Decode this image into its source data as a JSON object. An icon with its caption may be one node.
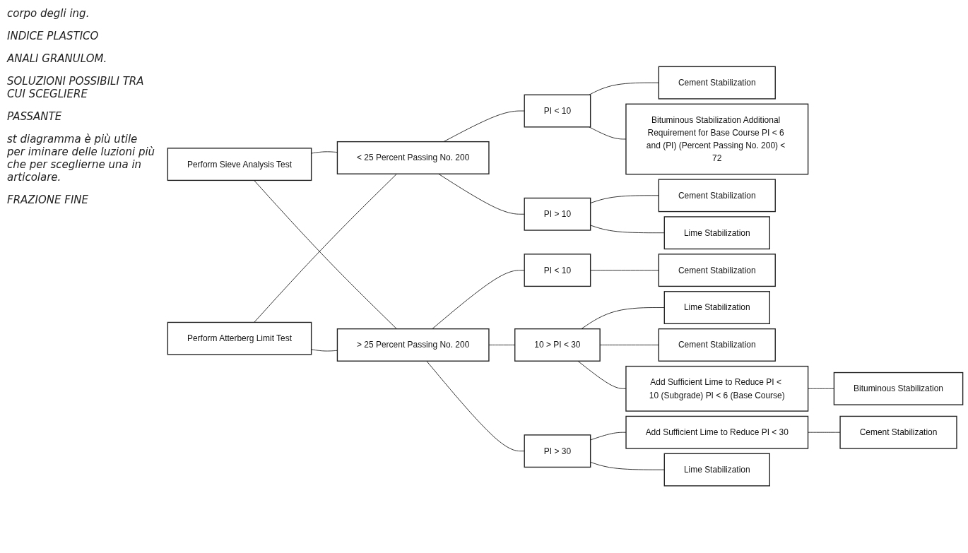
{
  "diagram": {
    "nodes": [
      {
        "text": [
          "Perform Sieve Analysis Test"
        ]
      },
      {
        "text": [
          "Perform Atterberg Limit Test"
        ]
      },
      {
        "text": [
          "< 25 Percent Passing No. 200"
        ]
      },
      {
        "text": [
          "> 25 Percent Passing No. 200"
        ]
      },
      {
        "text": [
          "PI < 10"
        ]
      },
      {
        "text": [
          "PI > 10"
        ]
      },
      {
        "text": [
          "PI < 10"
        ]
      },
      {
        "text": [
          "10 > PI < 30"
        ]
      },
      {
        "text": [
          "PI > 30"
        ]
      },
      {
        "text": [
          "Cement Stabilization"
        ]
      },
      {
        "text": [
          "Bituminous Stabilization Additional Requirement for Base Course PI < 6 and (PI) (Percent Passing No. 200) < 72"
        ]
      },
      {
        "text": [
          "Cement Stabilization"
        ]
      },
      {
        "text": [
          "Lime Stabilization"
        ]
      },
      {
        "text": [
          "Cement Stabilization"
        ]
      },
      {
        "text": [
          "Lime Stabilization"
        ]
      },
      {
        "text": [
          "Cement Stabilization"
        ]
      },
      {
        "text": [
          "Add Sufficient Lime to Reduce PI < 10 (Subgrade) PI < 6 (Base Course)"
        ]
      },
      {
        "text": [
          "Bituminous Stabilization"
        ]
      },
      {
        "text": [
          "Add Sufficient Lime to Reduce PI < 30"
        ]
      },
      {
        "text": [
          "Cement Stabilization"
        ]
      },
      {
        "text": [
          "Lime Stabilization"
        ]
      }
    ],
    "edges": [
      {
        "from": 0,
        "to": 2,
        "arrow": "none"
      },
      {
        "from": 0,
        "to": 3,
        "arrow": "none"
      },
      {
        "from": 1,
        "to": 2,
        "arrow": "none"
      },
      {
        "from": 1,
        "to": 3,
        "arrow": "none"
      },
      {
        "from": 2,
        "to": 4,
        "arrow": "none"
      },
      {
        "from": 2,
        "to": 5,
        "arrow": "none"
      },
      {
        "from": 3,
        "to": 6,
        "arrow": "none"
      },
      {
        "from": 3,
        "to": 7,
        "arrow": "none"
      },
      {
        "from": 3,
        "to": 8,
        "arrow": "none"
      },
      {
        "from": 4,
        "to": 9,
        "arrow": "none"
      },
      {
        "from": 4,
        "to": 10,
        "arrow": "none"
      },
      {
        "from": 5,
        "to": 11,
        "arrow": "none"
      },
      {
        "from": 5,
        "to": 12,
        "arrow": "none"
      },
      {
        "from": 6,
        "to": 13,
        "arrow": "none"
      },
      {
        "from": 7,
        "to": 14,
        "arrow": "none"
      },
      {
        "from": 7,
        "to": 15,
        "arrow": "none"
      },
      {
        "from": 7,
        "to": 16,
        "arrow": "none"
      },
      {
        "from": 16,
        "to": 17,
        "arrow": "none"
      },
      {
        "from": 8,
        "to": 18,
        "arrow": "none"
      },
      {
        "from": 18,
        "to": 19,
        "arrow": "none"
      },
      {
        "from": 8,
        "to": 20,
        "arrow": "none"
      }
    ],
    "labels": [
      "corpo degli ing.",
      "INDICE PLASTICO",
      "ANALI GRANULOM.",
      "SOLUZIONI POSSIBILI TRA CUI SCEGLIERE",
      "PASSANTE",
      "st diagramma è più utile per iminare delle luzioni più che per sceglierne una in articolare.",
      "FRAZIONE FINE"
    ]
  }
}
